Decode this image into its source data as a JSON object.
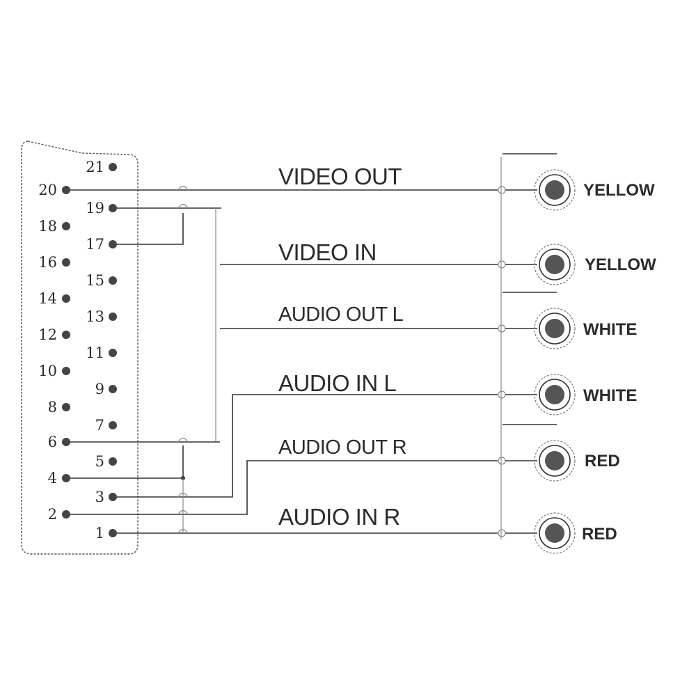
{
  "connector": {
    "pins": [
      {
        "num": "21"
      },
      {
        "num": "20"
      },
      {
        "num": "19"
      },
      {
        "num": "18"
      },
      {
        "num": "17"
      },
      {
        "num": "16"
      },
      {
        "num": "15"
      },
      {
        "num": "14"
      },
      {
        "num": "13"
      },
      {
        "num": "12"
      },
      {
        "num": "11"
      },
      {
        "num": "10"
      },
      {
        "num": "9"
      },
      {
        "num": "8"
      },
      {
        "num": "7"
      },
      {
        "num": "6"
      },
      {
        "num": "5"
      },
      {
        "num": "4"
      },
      {
        "num": "3"
      },
      {
        "num": "2"
      },
      {
        "num": "1"
      }
    ]
  },
  "signals": [
    {
      "label": "VIDEO OUT",
      "color": "YELLOW"
    },
    {
      "label": "VIDEO IN",
      "color": "YELLOW"
    },
    {
      "label": "AUDIO OUT L",
      "color": "WHITE"
    },
    {
      "label": "AUDIO IN L",
      "color": "WHITE"
    },
    {
      "label": "AUDIO OUT R",
      "color": "RED"
    },
    {
      "label": "AUDIO IN R",
      "color": "RED"
    }
  ]
}
